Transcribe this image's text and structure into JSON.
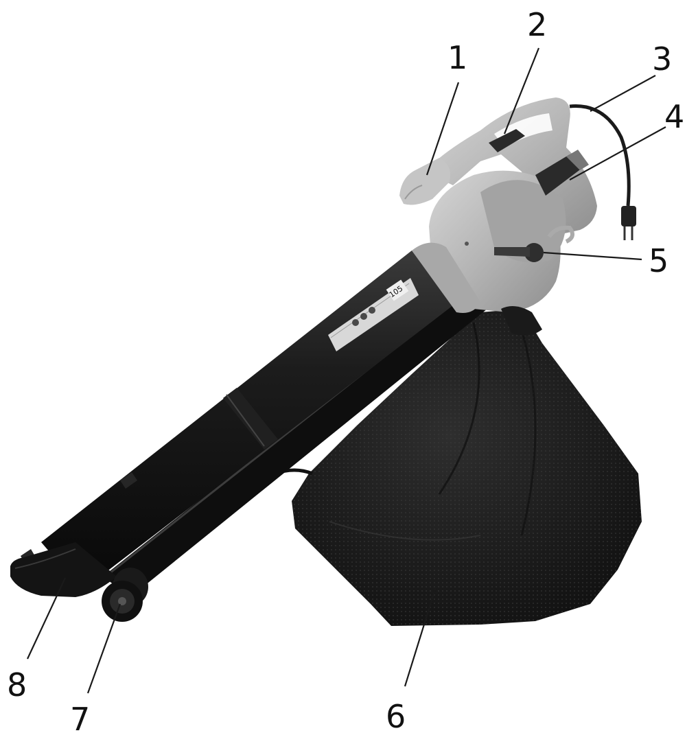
{
  "diagram": {
    "callouts": [
      {
        "id": "c1",
        "label": "1",
        "part": "auxiliary-handle"
      },
      {
        "id": "c2",
        "label": "2",
        "part": "power-switch"
      },
      {
        "id": "c3",
        "label": "3",
        "part": "power-cord"
      },
      {
        "id": "c4",
        "label": "4",
        "part": "motor-housing-badge"
      },
      {
        "id": "c5",
        "label": "5",
        "part": "mode-selector-lever"
      },
      {
        "id": "c6",
        "label": "6",
        "part": "collection-bag"
      },
      {
        "id": "c7",
        "label": "7",
        "part": "wheel"
      },
      {
        "id": "c8",
        "label": "8",
        "part": "suction-nozzle"
      }
    ],
    "product_label": {
      "rating": "105"
    },
    "colors": {
      "housing": "#b7b7b7",
      "housing_shadow": "#8e8e8e",
      "tube": "#161616",
      "bag": "#1f1f1f",
      "text": "#111111"
    }
  }
}
